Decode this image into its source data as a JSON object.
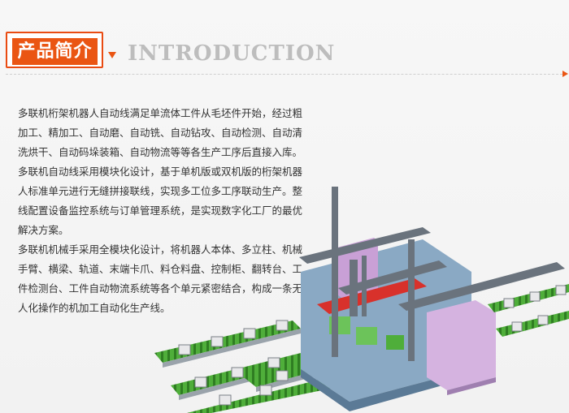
{
  "header": {
    "badge_label": "产品简介",
    "heading_en": "INTRODUCTION"
  },
  "content": {
    "paragraph_1": "多联机桁架机器人自动线满足单流体工件从毛坯件开始，经过粗加工、精加工、自动磨、自动铣、自动钻攻、自动检测、自动清洗烘干、自动码垛装箱、自动物流等等各生产工序后直接入库。多联机自动线采用模块化设计，基于单机版或双机版的桁架机器人标准单元进行无缝拼接联线，实现多工位多工序联动生产。整线配置设备监控系统与订单管理系统，是实现数字化工厂的最优解决方案。",
    "paragraph_2": "多联机机械手采用全模块化设计，将机器人本体、多立柱、机械手臂、横梁、轨道、末端卡爪、料仓料盘、控制柜、翻转台、工件检测台、工件自动物流系统等各个单元紧密结合，构成一条无人化操作的机加工自动化生产线。"
  },
  "colors": {
    "accent": "#ea5513",
    "heading_gray": "#bdbdbd",
    "text": "#333333",
    "machine_base": "#8aa9c4",
    "gantry": "#6a737d",
    "cabinet": "#c9a0d6",
    "conveyor_green": "#4fae3a",
    "highlight_red": "#d8312b"
  }
}
